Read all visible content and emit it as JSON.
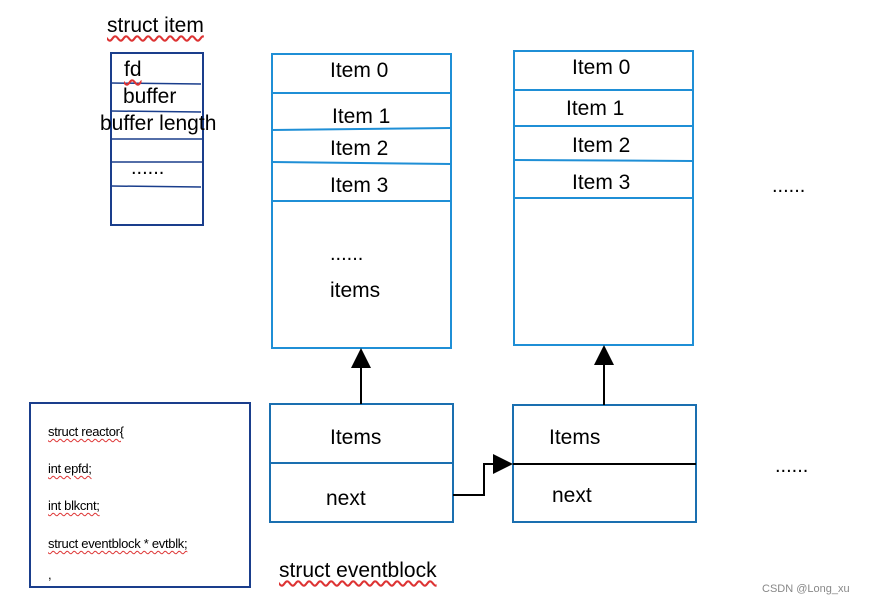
{
  "struct_item": {
    "title": "struct item",
    "fields": [
      "fd",
      "buffer",
      "buffer length",
      "......"
    ]
  },
  "block1": {
    "items": [
      "Item 0",
      "Item 1",
      "Item 2",
      "Item 3"
    ],
    "ellipsis": "......",
    "tail_label": "items"
  },
  "block2": {
    "items": [
      "Item 0",
      "Item 1",
      "Item 2",
      "Item 3"
    ]
  },
  "more_blocks_top": "......",
  "eventblock1": {
    "items_label": "Items",
    "next_label": "next"
  },
  "eventblock2": {
    "items_label": "Items",
    "next_label": "next"
  },
  "more_blocks_bottom": "......",
  "struct_eventblock_title": "struct eventblock",
  "reactor_code": [
    "struct reactor{",
    "int epfd;",
    "int blkcnt;",
    "struct eventblock * evtblk;",
    ","
  ],
  "watermark": "CSDN @Long_xu",
  "colors": {
    "box_border": "#1f8fd6",
    "dark_box_border": "#1a3e8c",
    "spell_underline": "#d33"
  }
}
